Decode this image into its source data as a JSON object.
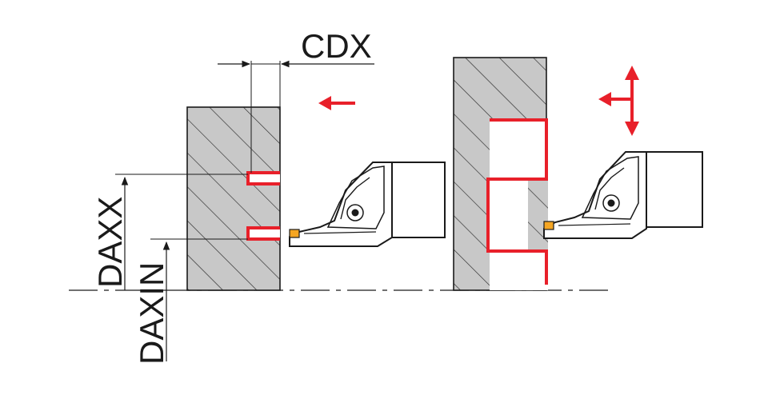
{
  "labels": {
    "cdx": "CDX",
    "daxx": "DAXX",
    "daxin": "DAXIN"
  },
  "colors": {
    "workpiece_fill": "#c8c8c8",
    "outline": "#1a1a1a",
    "hatch": "#2a2a2a",
    "groove_red": "#e8202a",
    "insert_orange": "#f5a623",
    "tool_fill": "#e0e0e0"
  },
  "icons": {
    "left": "arrow-left-icon",
    "right": "move-directions-icon"
  }
}
